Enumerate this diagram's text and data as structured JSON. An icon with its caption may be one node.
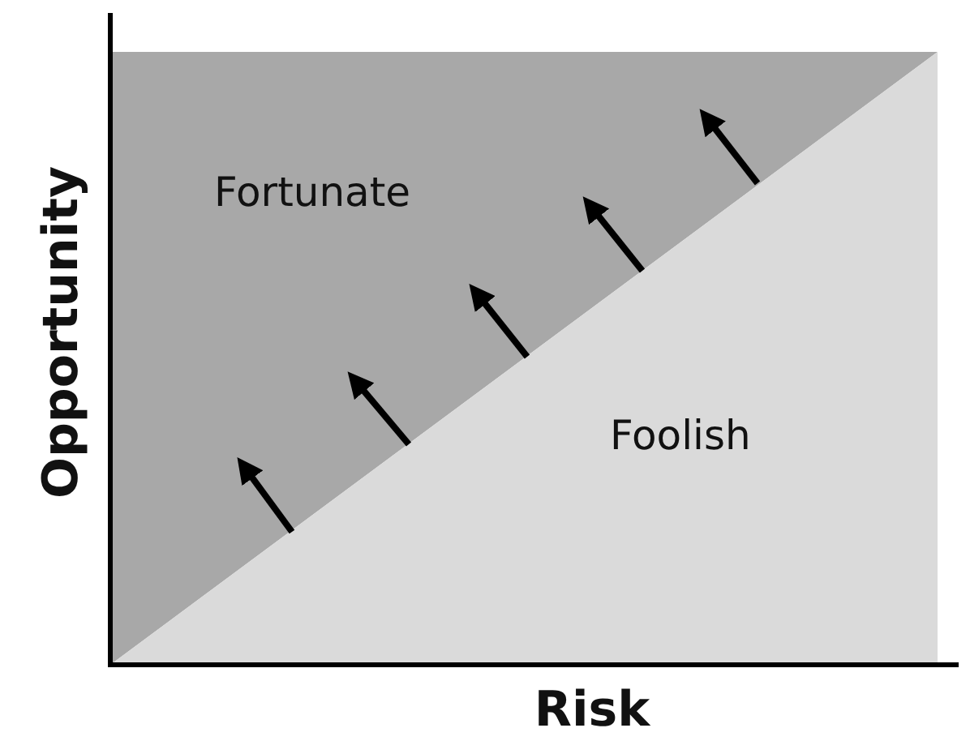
{
  "diagram": {
    "nodes": [
      {
        "text": [
          "Fortunate"
        ]
      },
      {
        "text": [
          "Foolish"
        ]
      }
    ],
    "labels": [
      "Opportunity",
      "Risk"
    ]
  }
}
